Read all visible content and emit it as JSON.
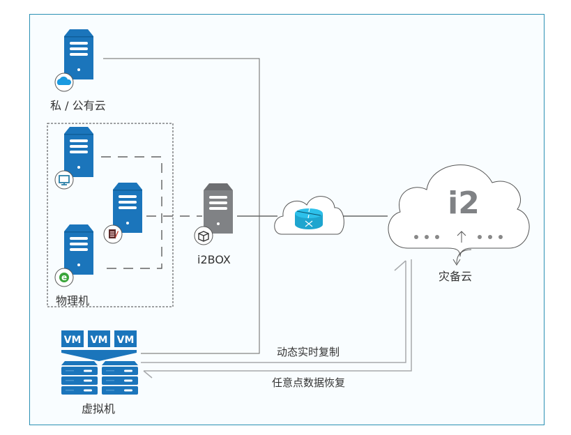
{
  "diagram": {
    "title": "",
    "nodes": {
      "cloud_source": {
        "label": "私 / 公有云",
        "icon": "cloud-icon"
      },
      "physical_group": {
        "label": "物理机",
        "servers": [
          {
            "icon": "monitor-icon"
          },
          {
            "icon": "document-edit-icon"
          },
          {
            "icon": "ie-browser-icon"
          }
        ]
      },
      "virtual": {
        "label": "虚拟机",
        "vms": [
          "VM",
          "VM",
          "VM"
        ]
      },
      "i2box": {
        "label": "i2BOX",
        "icon": "box-icon"
      },
      "network": {
        "icon": "router-icon"
      },
      "dr_cloud": {
        "label": "灾备云",
        "logo": "i2"
      }
    },
    "flows": {
      "replication": "动态实时复制",
      "recovery": "任意点数据恢复"
    },
    "colors": {
      "frame": "#2a8fb3",
      "server_blue": "#1b75bb",
      "server_gray": "#808285",
      "router": "#29b6e0",
      "line": "#666666",
      "flow_line": "#a7a9ac"
    }
  }
}
